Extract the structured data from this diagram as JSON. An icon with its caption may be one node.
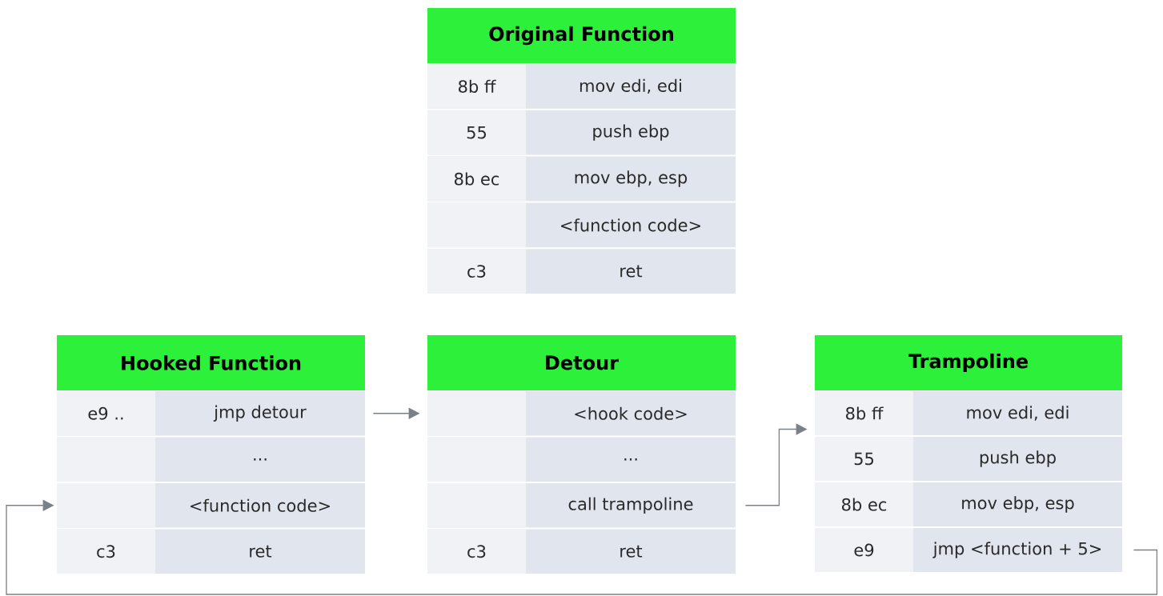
{
  "diagram": {
    "nodes": [
      {
        "text": [
          "Original Function"
        ]
      },
      {
        "text": [
          "8b  ff",
          "mov edi,  edi"
        ]
      },
      {
        "text": [
          "55",
          "push  ebp"
        ]
      },
      {
        "text": [
          "8b  ec",
          "mov ebp,  esp"
        ]
      },
      {
        "text": [
          "<function code>"
        ]
      },
      {
        "text": [
          "c3",
          "ret"
        ]
      },
      {
        "text": [
          "Hooked Function"
        ]
      },
      {
        "text": [
          "e9  ..",
          "jmp  detour"
        ]
      },
      {
        "text": [
          "..."
        ]
      },
      {
        "text": [
          "<function code>"
        ]
      },
      {
        "text": [
          "c3",
          "ret"
        ]
      },
      {
        "text": [
          "Detour"
        ]
      },
      {
        "text": [
          "<hook code>"
        ]
      },
      {
        "text": [
          "..."
        ]
      },
      {
        "text": [
          "call  trampoline"
        ]
      },
      {
        "text": [
          "c3",
          "ret"
        ]
      },
      {
        "text": [
          "Trampoline"
        ]
      },
      {
        "text": [
          "8b  ff",
          "mov edi,  edi"
        ]
      },
      {
        "text": [
          "55",
          "push  ebp"
        ]
      },
      {
        "text": [
          "8b  ec",
          "mov ebp,  esp"
        ]
      },
      {
        "text": [
          "e9",
          "jmp  <function  +  5>"
        ]
      }
    ],
    "edges": [
      {
        "from": 7,
        "to": 12,
        "arrow": "to"
      },
      {
        "from": 14,
        "to": 17,
        "arrow": "to"
      },
      {
        "from": 20,
        "to": 9,
        "arrow": "to"
      }
    ]
  }
}
